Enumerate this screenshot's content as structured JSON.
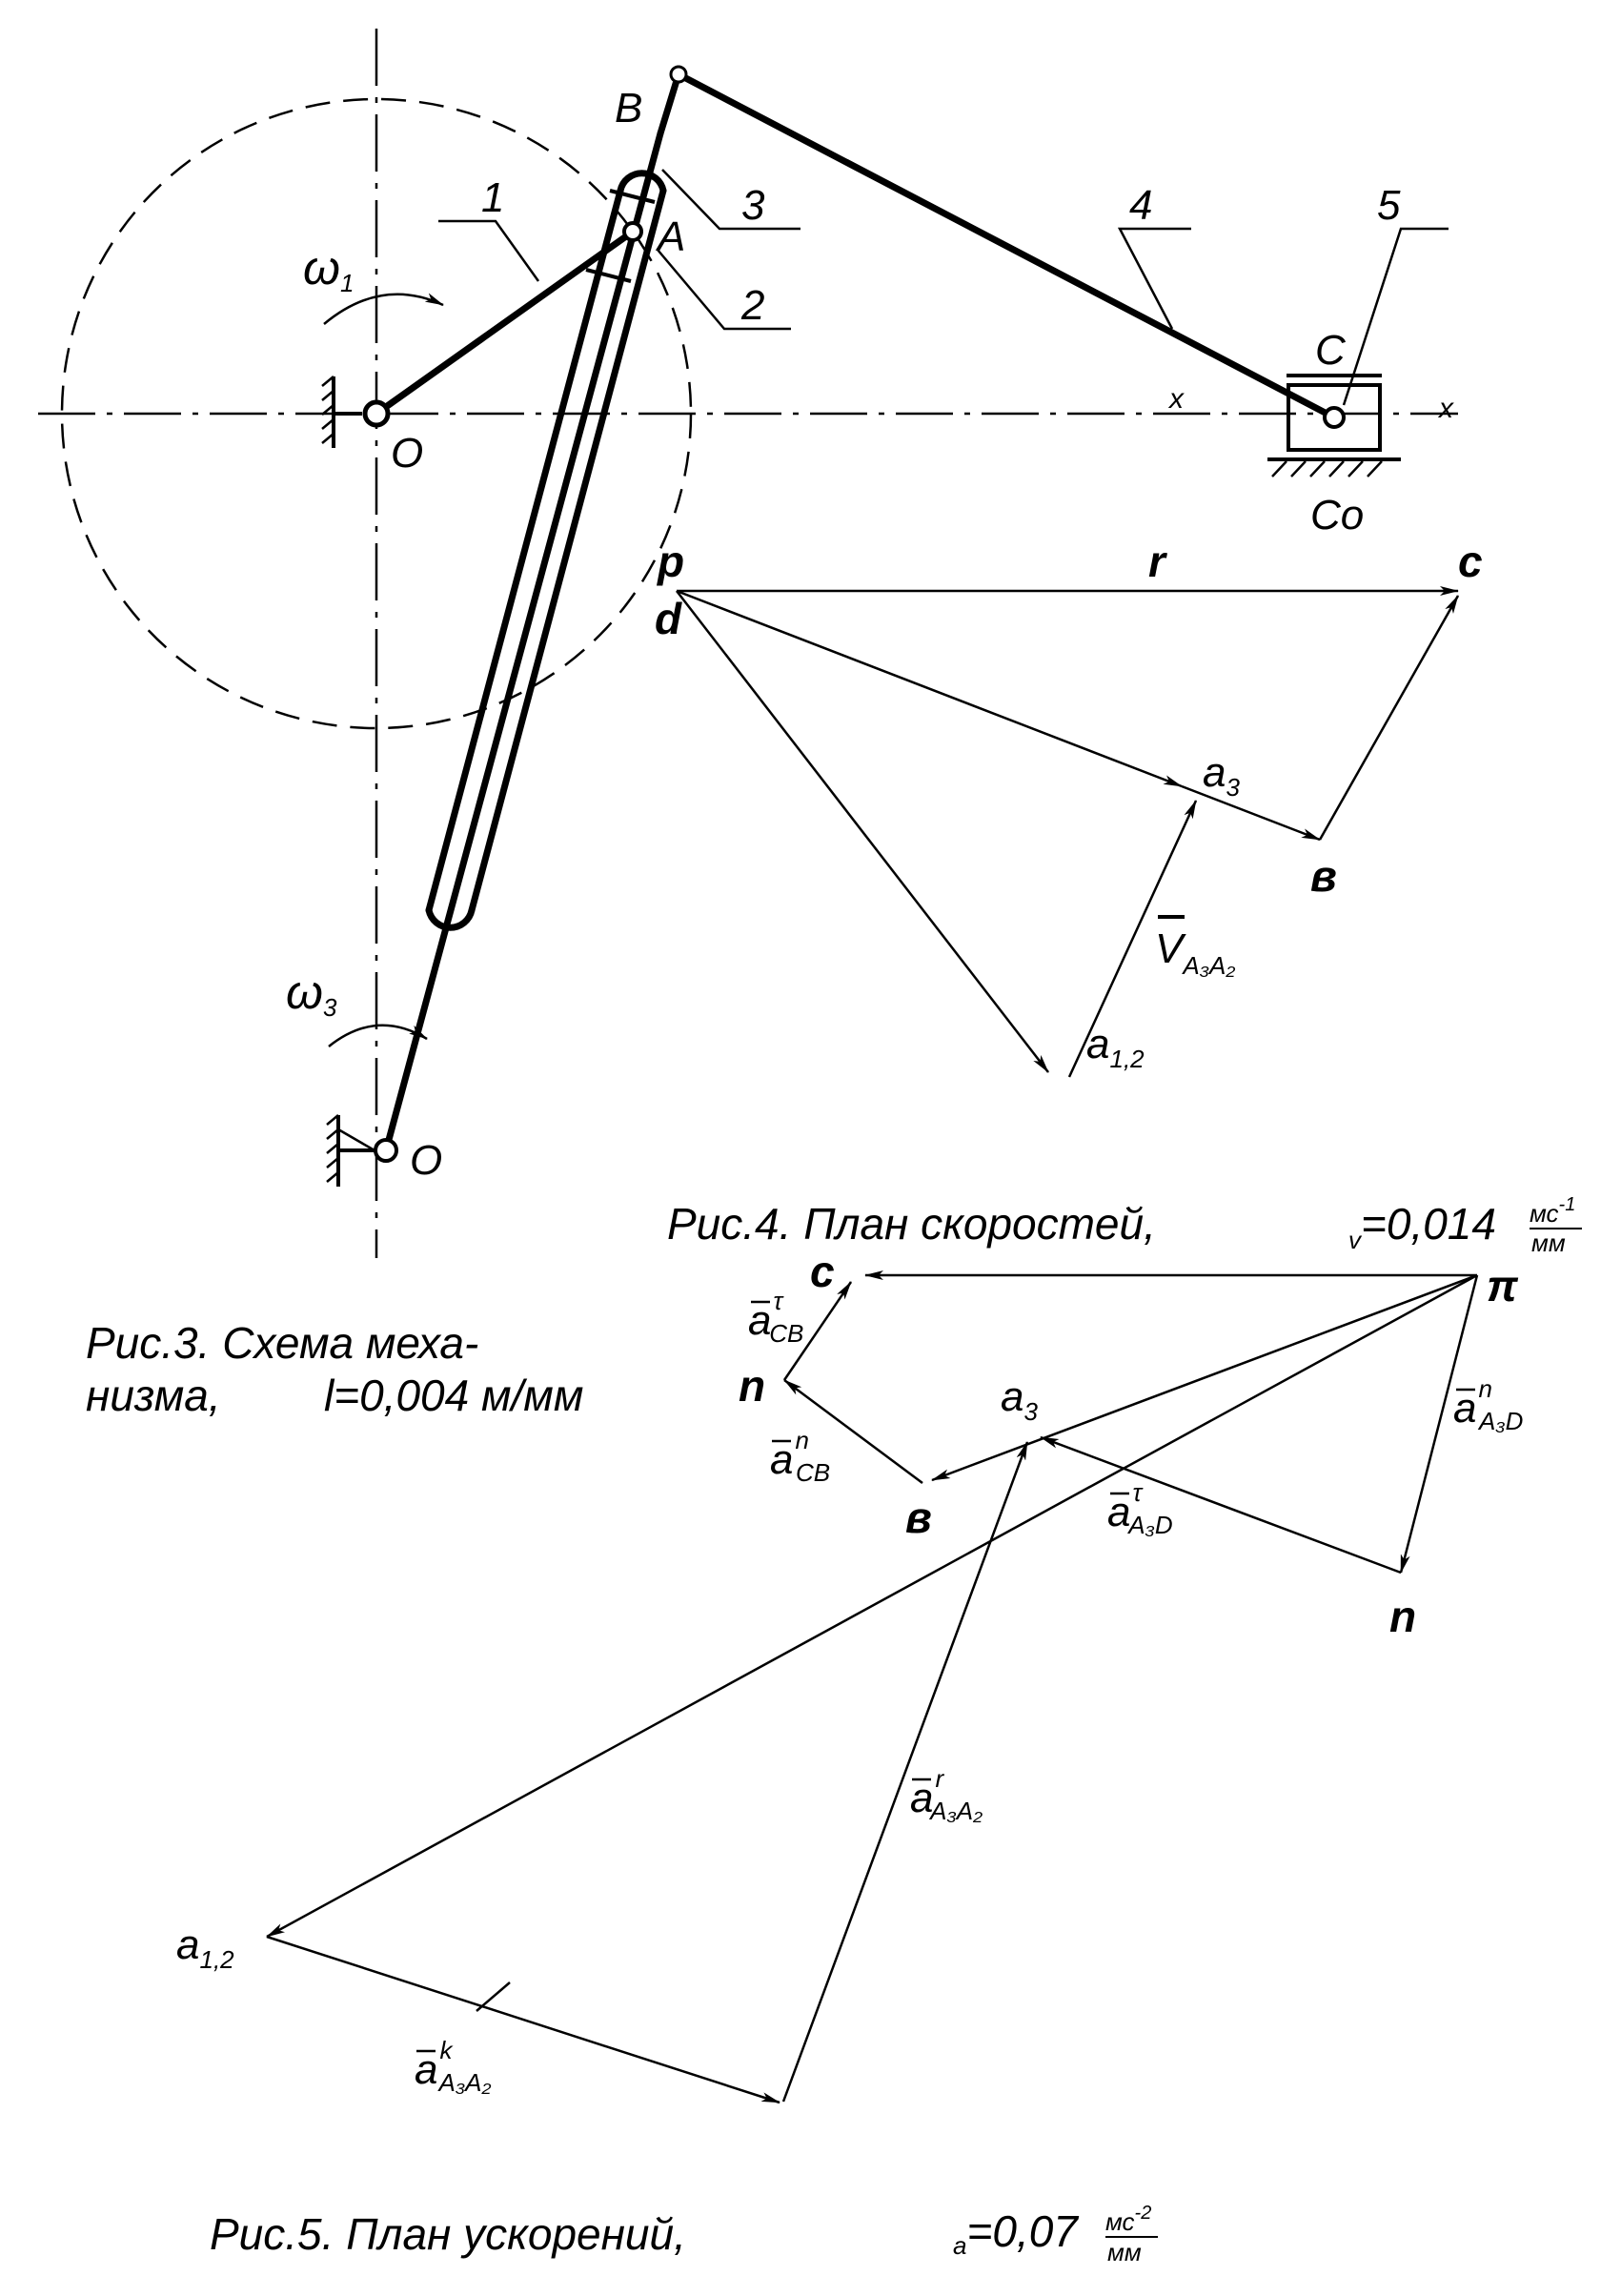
{
  "mechanism": {
    "labels": {
      "B": "B",
      "A": "A",
      "O": "O",
      "O2": "O",
      "C": "C",
      "Co": "Co",
      "x1": "x",
      "x2": "x",
      "l1": "1",
      "l2": "2",
      "l3": "3",
      "l4": "4",
      "l5": "5",
      "w1": "ω",
      "w1s": "1",
      "w3": "ω",
      "w3s": "3"
    },
    "caption1": "Рис.3. Схема меха-",
    "caption2": "низма,",
    "caption3": "l=0,004 м/мм"
  },
  "velocity_plan": {
    "labels": {
      "p": "p",
      "d": "d",
      "r": "r",
      "c": "c",
      "a3": "a",
      "a3s": "3",
      "b": "в",
      "a12": "a",
      "a12s": "1,2",
      "V": "V",
      "Vs": "A₃A₂"
    },
    "caption": "Рис.4. План скоростей,",
    "scale_prefix": "v",
    "scale_value": "=0,014",
    "scale_unit_num": "мс",
    "scale_unit_exp": "-1",
    "scale_unit_den": "мм"
  },
  "acceleration_plan": {
    "labels": {
      "pi": "π",
      "c": "c",
      "n1": "n",
      "n2": "n",
      "b": "в",
      "a3": "a",
      "a3s": "3",
      "a12": "a",
      "a12s": "1,2",
      "aCBt": "a",
      "aCBt_sup": "τ",
      "aCBt_sub": "CB",
      "aCBn": "a",
      "aCBn_sup": "n",
      "aCBn_sub": "CB",
      "aA3Dt": "a",
      "aA3Dt_sup": "τ",
      "aA3Dt_sub": "A₃D",
      "aA3Dn": "a",
      "aA3Dn_sup": "n",
      "aA3Dn_sub": "A₃D",
      "ar": "a",
      "ar_sup": "r",
      "ar_sub": "A₃A₂",
      "ak": "a",
      "ak_sup": "k",
      "ak_sub": "A₃A₂"
    },
    "caption": "Рис.5. План ускорений,",
    "scale_prefix": "a",
    "scale_value": "=0,07",
    "scale_unit_num": "мс",
    "scale_unit_exp": "-2",
    "scale_unit_den": "мм"
  }
}
